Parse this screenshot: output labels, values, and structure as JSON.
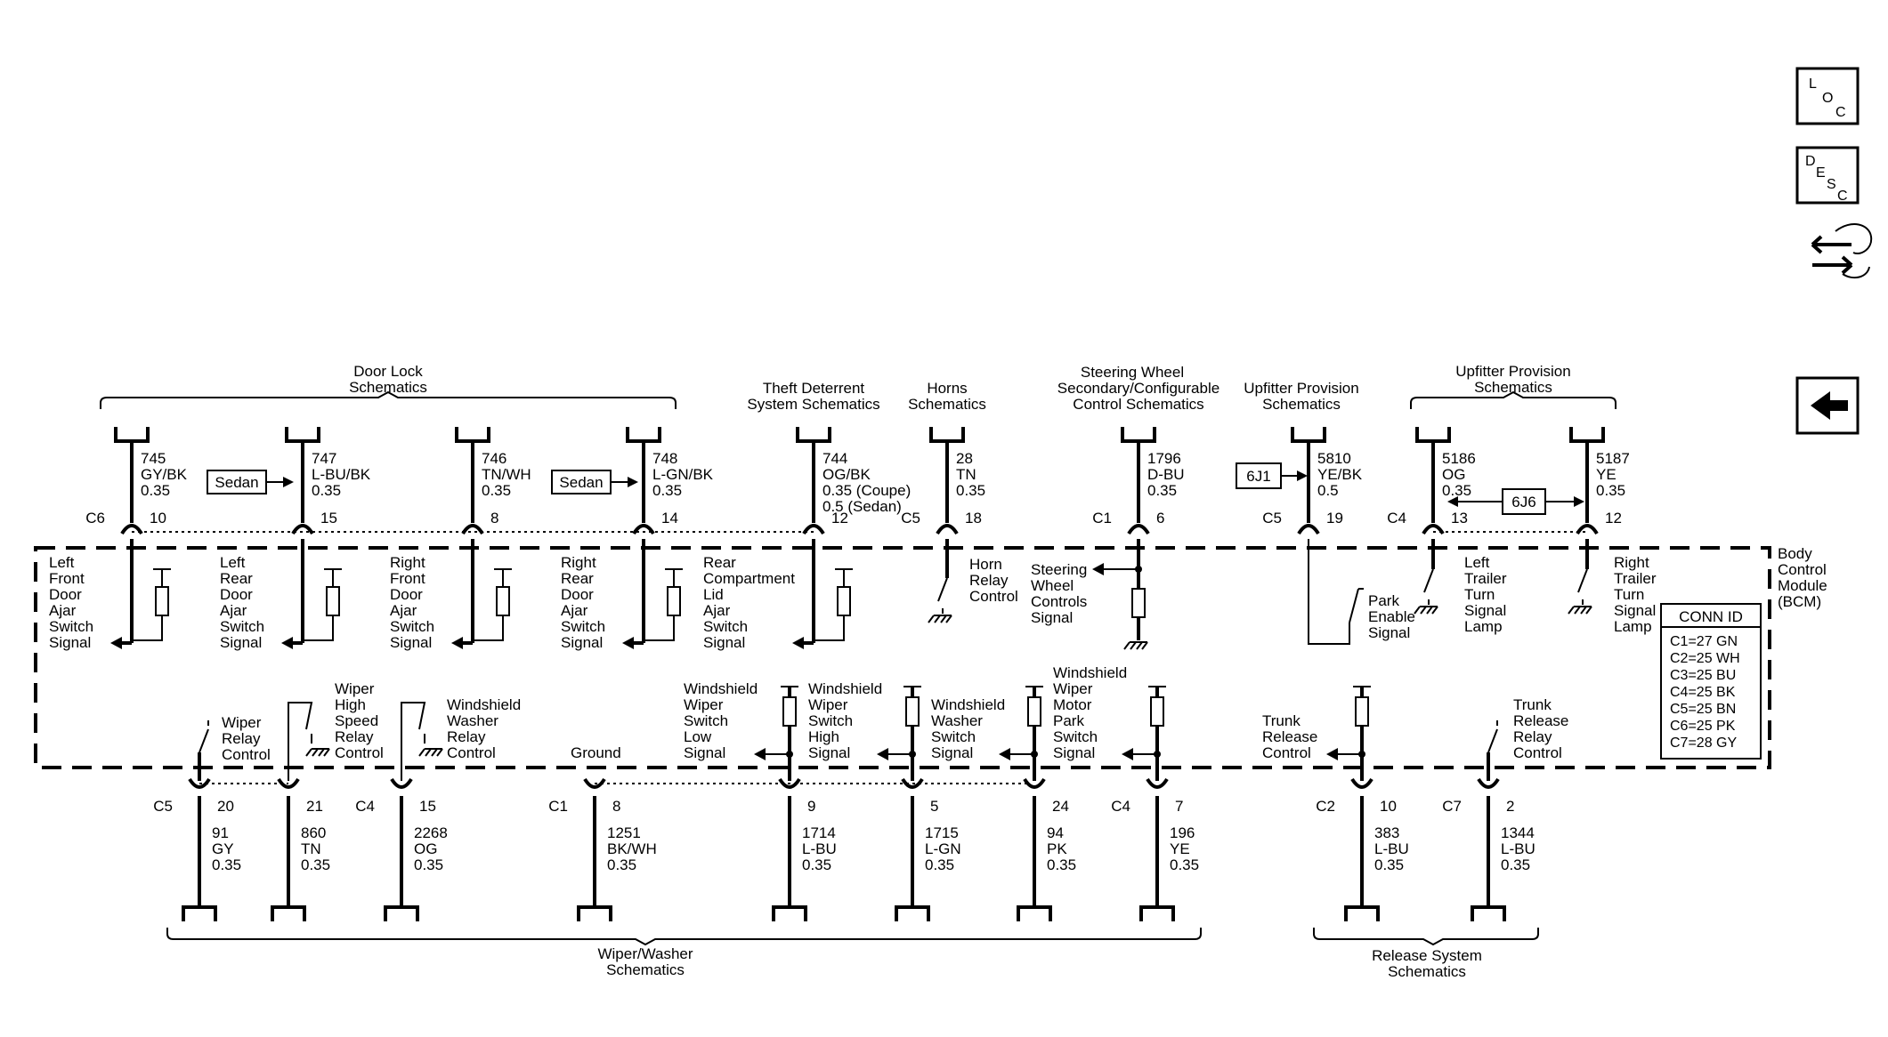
{
  "nav": {
    "loc": [
      "L",
      "O",
      "C"
    ],
    "desc": [
      "D",
      "E",
      "S",
      "C"
    ]
  },
  "groups": {
    "door_lock": [
      "Door Lock",
      "Schematics"
    ],
    "theft": [
      "Theft Deterrent",
      "System Schematics"
    ],
    "horns": [
      "Horns",
      "Schematics"
    ],
    "steering": [
      "Steering Wheel",
      "Secondary/Configurable",
      "Control Schematics"
    ],
    "upfitter": [
      "Upfitter Provision",
      "Schematics"
    ],
    "upfitter2": [
      "Upfitter Provision",
      "Schematics"
    ],
    "wiper": [
      "Wiper/Washer",
      "Schematics"
    ],
    "release": [
      "Release System",
      "Schematics"
    ]
  },
  "module": {
    "name": [
      "Body",
      "Control",
      "Module",
      "(BCM)"
    ]
  },
  "conn_id": {
    "title": "CONN ID",
    "rows": [
      "C1=27 GN",
      "C2=25 WH",
      "C3=25 BU",
      "C4=25 BK",
      "C5=25 BN",
      "C6=25 PK",
      "C7=28 GY"
    ]
  },
  "tags": {
    "sedan": "Sedan",
    "j1": "6J1",
    "j6": "6J6"
  },
  "top_wires": [
    {
      "conn": "C6",
      "pin": "10",
      "lines": [
        "745",
        "GY/BK",
        "0.35"
      ],
      "label": [
        "Left",
        "Front",
        "Door",
        "Ajar",
        "Switch",
        "Signal"
      ]
    },
    {
      "conn": "",
      "pin": "15",
      "lines": [
        "747",
        "L-BU/BK",
        "0.35"
      ],
      "label": [
        "Left",
        "Rear",
        "Door",
        "Ajar",
        "Switch",
        "Signal"
      ]
    },
    {
      "conn": "",
      "pin": "8",
      "lines": [
        "746",
        "TN/WH",
        "0.35"
      ],
      "label": [
        "Right",
        "Front",
        "Door",
        "Ajar",
        "Switch",
        "Signal"
      ]
    },
    {
      "conn": "",
      "pin": "14",
      "lines": [
        "748",
        "L-GN/BK",
        "0.35"
      ],
      "label": [
        "Right",
        "Rear",
        "Door",
        "Ajar",
        "Switch",
        "Signal"
      ]
    },
    {
      "conn": "",
      "pin": "12",
      "lines": [
        "744",
        "OG/BK",
        "0.35 (Coupe)",
        "0.5 (Sedan)"
      ],
      "label": [
        "Rear",
        "Compartment",
        "Lid",
        "Ajar",
        "Switch",
        "Signal"
      ]
    },
    {
      "conn": "C5",
      "pin": "18",
      "lines": [
        "28",
        "TN",
        "0.35"
      ],
      "label": [
        "Horn",
        "Relay",
        "Control"
      ]
    },
    {
      "conn": "C1",
      "pin": "6",
      "lines": [
        "1796",
        "D-BU",
        "0.35"
      ],
      "label": [
        "Steering",
        "Wheel",
        "Controls",
        "Signal"
      ]
    },
    {
      "conn": "C5",
      "pin": "19",
      "lines": [
        "5810",
        "YE/BK",
        "0.5"
      ],
      "label": [
        "Park",
        "Enable",
        "Signal"
      ]
    },
    {
      "conn": "C4",
      "pin": "13",
      "lines": [
        "5186",
        "OG",
        "0.35"
      ],
      "label": [
        "Left",
        "Trailer",
        "Turn",
        "Signal",
        "Lamp"
      ]
    },
    {
      "conn": "",
      "pin": "12",
      "lines": [
        "5187",
        "YE",
        "0.35"
      ],
      "label": [
        "Right",
        "Trailer",
        "Turn",
        "Signal",
        "Lamp"
      ]
    }
  ],
  "bottom_wires": [
    {
      "conn": "C5",
      "pin": "20",
      "lines": [
        "91",
        "GY",
        "0.35"
      ],
      "label": [
        "Wiper",
        "Relay",
        "Control"
      ]
    },
    {
      "conn": "",
      "pin": "21",
      "lines": [
        "860",
        "TN",
        "0.35"
      ],
      "label": [
        "Wiper",
        "High",
        "Speed",
        "Relay",
        "Control"
      ]
    },
    {
      "conn": "C4",
      "pin": "15",
      "lines": [
        "2268",
        "OG",
        "0.35"
      ],
      "label": [
        "Windshield",
        "Washer",
        "Relay",
        "Control"
      ]
    },
    {
      "conn": "C1",
      "pin": "8",
      "lines": [
        "1251",
        "BK/WH",
        "0.35"
      ],
      "label": [
        "Ground"
      ]
    },
    {
      "conn": "",
      "pin": "9",
      "lines": [
        "1714",
        "L-BU",
        "0.35"
      ],
      "label": [
        "Windshield",
        "Wiper",
        "Switch",
        "Low",
        "Signal"
      ]
    },
    {
      "conn": "",
      "pin": "5",
      "lines": [
        "1715",
        "L-GN",
        "0.35"
      ],
      "label": [
        "Windshield",
        "Wiper",
        "Switch",
        "High",
        "Signal"
      ]
    },
    {
      "conn": "",
      "pin": "24",
      "lines": [
        "94",
        "PK",
        "0.35"
      ],
      "label": [
        "Windshield",
        "Washer",
        "Switch",
        "Signal"
      ]
    },
    {
      "conn": "C4",
      "pin": "7",
      "lines": [
        "196",
        "YE",
        "0.35"
      ],
      "label": [
        "Windshield",
        "Wiper",
        "Motor",
        "Park",
        "Switch",
        "Signal"
      ]
    },
    {
      "conn": "C2",
      "pin": "10",
      "lines": [
        "383",
        "L-BU",
        "0.35"
      ],
      "label": [
        "Trunk",
        "Release",
        "Control"
      ]
    },
    {
      "conn": "C7",
      "pin": "2",
      "lines": [
        "1344",
        "L-BU",
        "0.35"
      ],
      "label": [
        "Trunk",
        "Release",
        "Relay",
        "Control"
      ]
    }
  ]
}
